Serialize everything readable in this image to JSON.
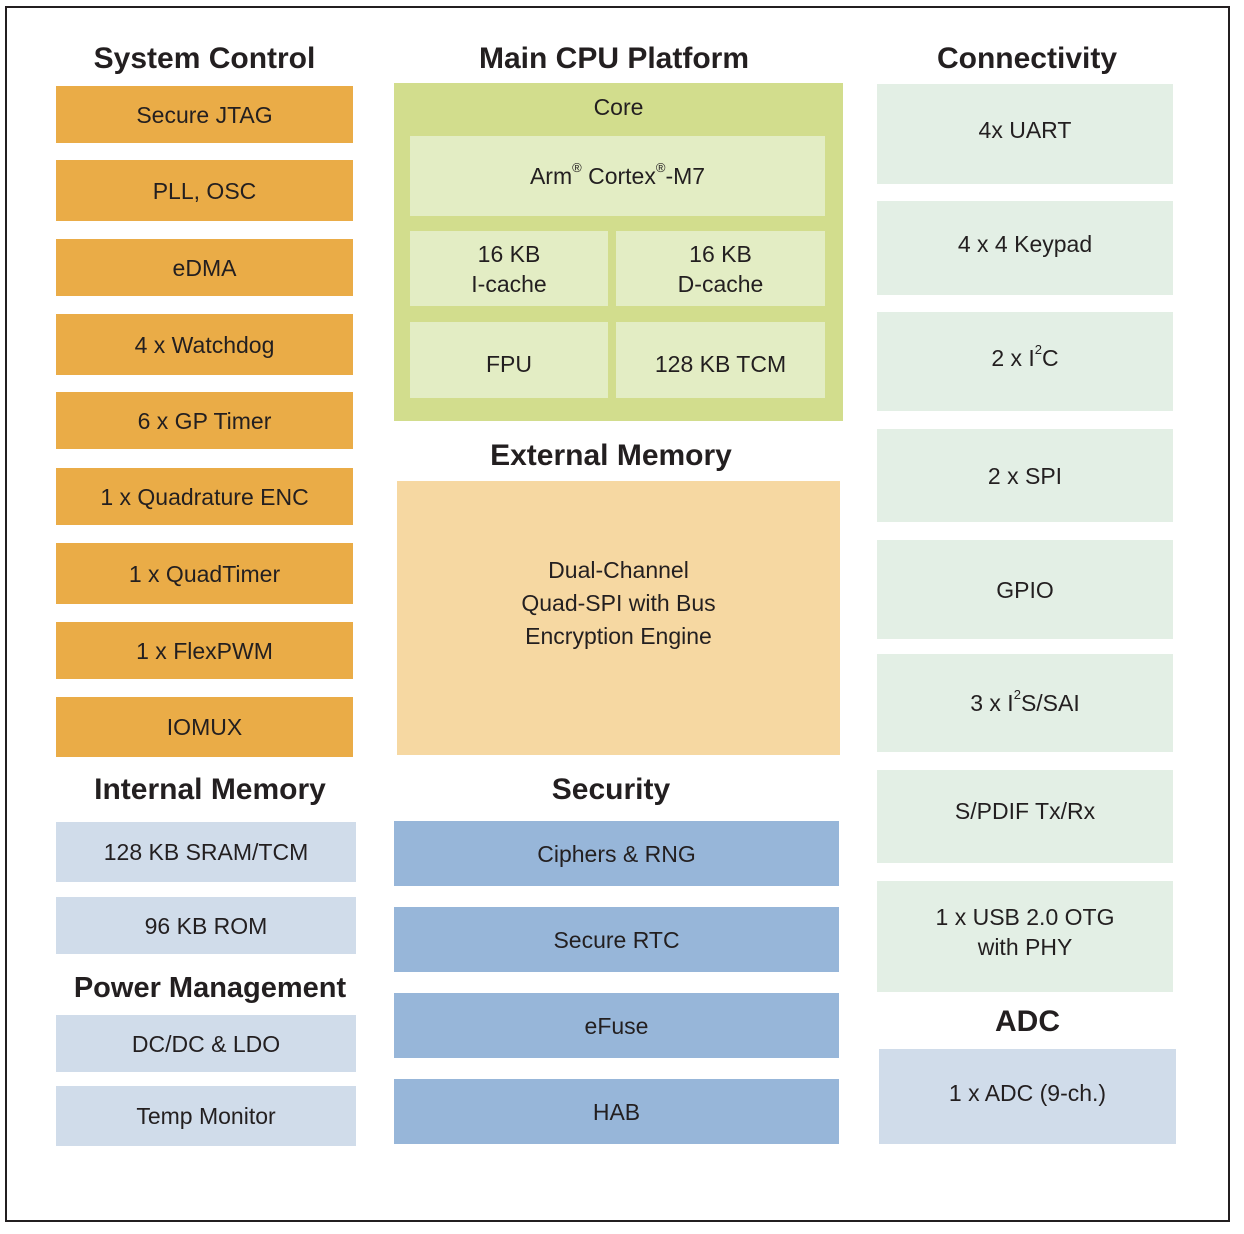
{
  "system_control": {
    "title": "System Control",
    "items": [
      "Secure JTAG",
      "PLL, OSC",
      "eDMA",
      "4 x Watchdog",
      "6 x GP Timer",
      "1 x Quadrature ENC",
      "1 x QuadTimer",
      "1 x FlexPWM",
      "IOMUX"
    ]
  },
  "internal_memory": {
    "title": "Internal Memory",
    "items": [
      "128 KB SRAM/TCM",
      "96 KB ROM"
    ]
  },
  "power_management": {
    "title": "Power Management",
    "items": [
      "DC/DC & LDO",
      "Temp Monitor"
    ]
  },
  "main_cpu": {
    "title": "Main CPU Platform",
    "core_label": "Core",
    "cortex": {
      "arm": "Arm",
      "reg1": "®",
      "cortex": " Cortex",
      "reg2": "®",
      "model": "-M7"
    },
    "icache": [
      "16 KB",
      "I-cache"
    ],
    "dcache": [
      "16 KB",
      "D-cache"
    ],
    "fpu": "FPU",
    "tcm": "128 KB TCM"
  },
  "external_memory": {
    "title": "External Memory",
    "lines": [
      "Dual-Channel",
      "Quad-SPI with Bus",
      "Encryption Engine"
    ]
  },
  "security": {
    "title": "Security",
    "items": [
      "Ciphers & RNG",
      "Secure RTC",
      "eFuse",
      "HAB"
    ]
  },
  "connectivity": {
    "title": "Connectivity",
    "uart": "4x UART",
    "keypad": "4 x 4 Keypad",
    "i2c": {
      "pre": "2 x I",
      "sup": "2",
      "post": "C"
    },
    "spi": "2 x SPI",
    "gpio": "GPIO",
    "i2s": {
      "pre": "3 x I",
      "sup": "2",
      "post": "S/SAI"
    },
    "spdif": "S/PDIF Tx/Rx",
    "usb": [
      "1 x USB 2.0 OTG",
      "with PHY"
    ]
  },
  "adc": {
    "title": "ADC",
    "item": "1 x ADC (9-ch.)"
  },
  "colors": {
    "system_control": "#eaac47",
    "memory_power": "#d0dcea",
    "security": "#97b6d9",
    "connectivity": "#e3efe5",
    "cpu_outer": "#d2dd8d",
    "cpu_inner": "#e3edc4",
    "external_memory": "#f6d8a2"
  }
}
